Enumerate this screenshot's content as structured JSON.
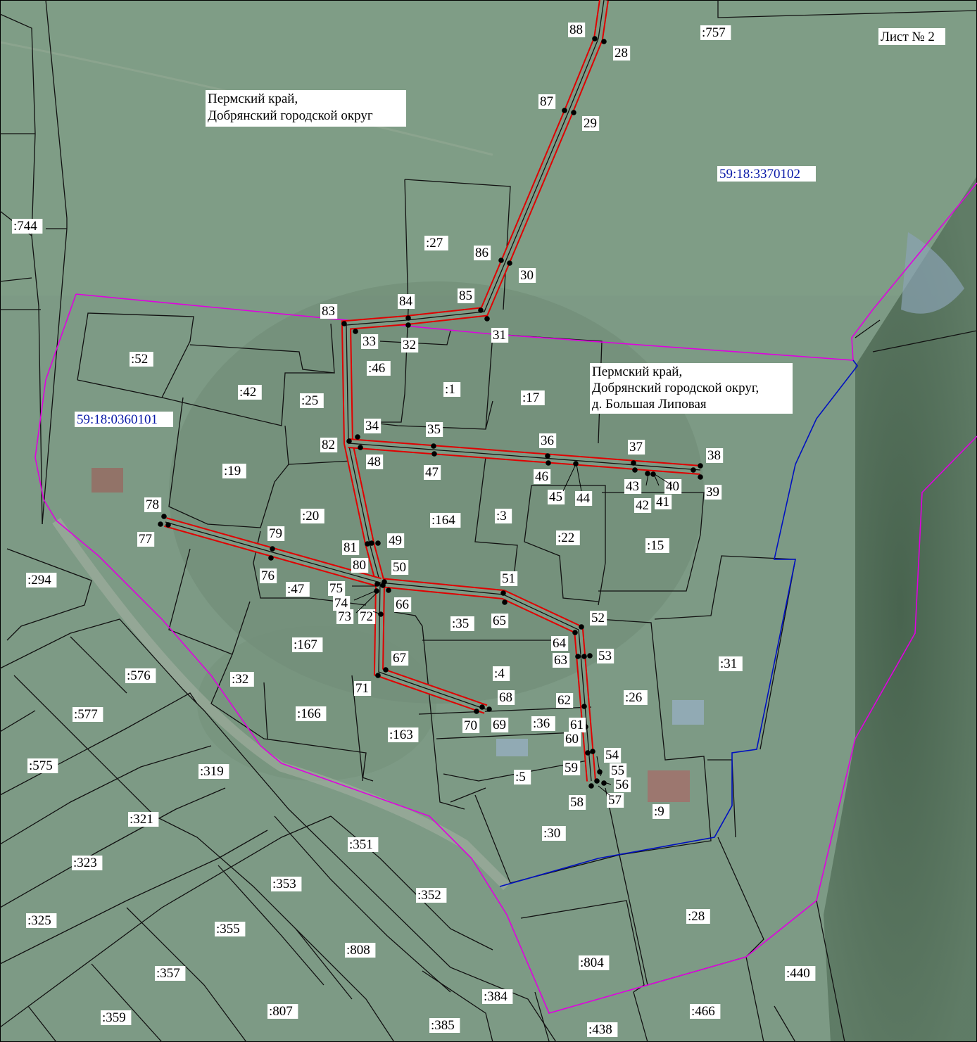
{
  "sheet_label": "Лист № 2",
  "region_north": [
    "Пермский край,",
    "Добрянский городской округ"
  ],
  "region_village": [
    "Пермский край,",
    "Добрянский городской округ,",
    "д. Большая Липовая"
  ],
  "quarters": [
    "59:18:3370102",
    "59:18:0360101"
  ],
  "parcels": [
    ":757",
    ":744",
    ":27",
    ":52",
    ":42",
    ":25",
    ":46",
    ":1",
    ":17",
    ":19",
    ":20",
    ":164",
    ":3",
    ":22",
    ":15",
    ":294",
    ":47",
    ":35",
    ":167",
    ":576",
    ":32",
    ":4",
    ":31",
    ":26",
    ":577",
    ":166",
    ":163",
    ":36",
    ":575",
    ":319",
    ":5",
    ":9",
    ":321",
    ":30",
    ":351",
    ":323",
    ":353",
    ":352",
    ":28",
    ":325",
    ":355",
    ":808",
    ":804",
    ":440",
    ":357",
    ":384",
    ":359",
    ":807",
    ":466",
    ":385",
    ":438"
  ],
  "points": [
    "88",
    "28",
    "87",
    "29",
    "86",
    "30",
    "85",
    "84",
    "83",
    "31",
    "33",
    "32",
    "34",
    "35",
    "82",
    "36",
    "37",
    "38",
    "48",
    "47",
    "46",
    "45",
    "44",
    "43",
    "42",
    "41",
    "40",
    "39",
    "78",
    "77",
    "79",
    "81",
    "49",
    "80",
    "50",
    "76",
    "51",
    "75",
    "74",
    "73",
    "72",
    "66",
    "65",
    "52",
    "64",
    "53",
    "63",
    "67",
    "71",
    "68",
    "70",
    "69",
    "62",
    "61",
    "60",
    "59",
    "54",
    "55",
    "56",
    "57",
    "58"
  ],
  "colors": {
    "route_outline": "#e00000",
    "route_axis": "#111111",
    "village_boundary": "#e000e0",
    "quarter_boundary": "#0010c0",
    "parcel_boundary": "#111111",
    "quarter_label": "#0a1aa8"
  }
}
